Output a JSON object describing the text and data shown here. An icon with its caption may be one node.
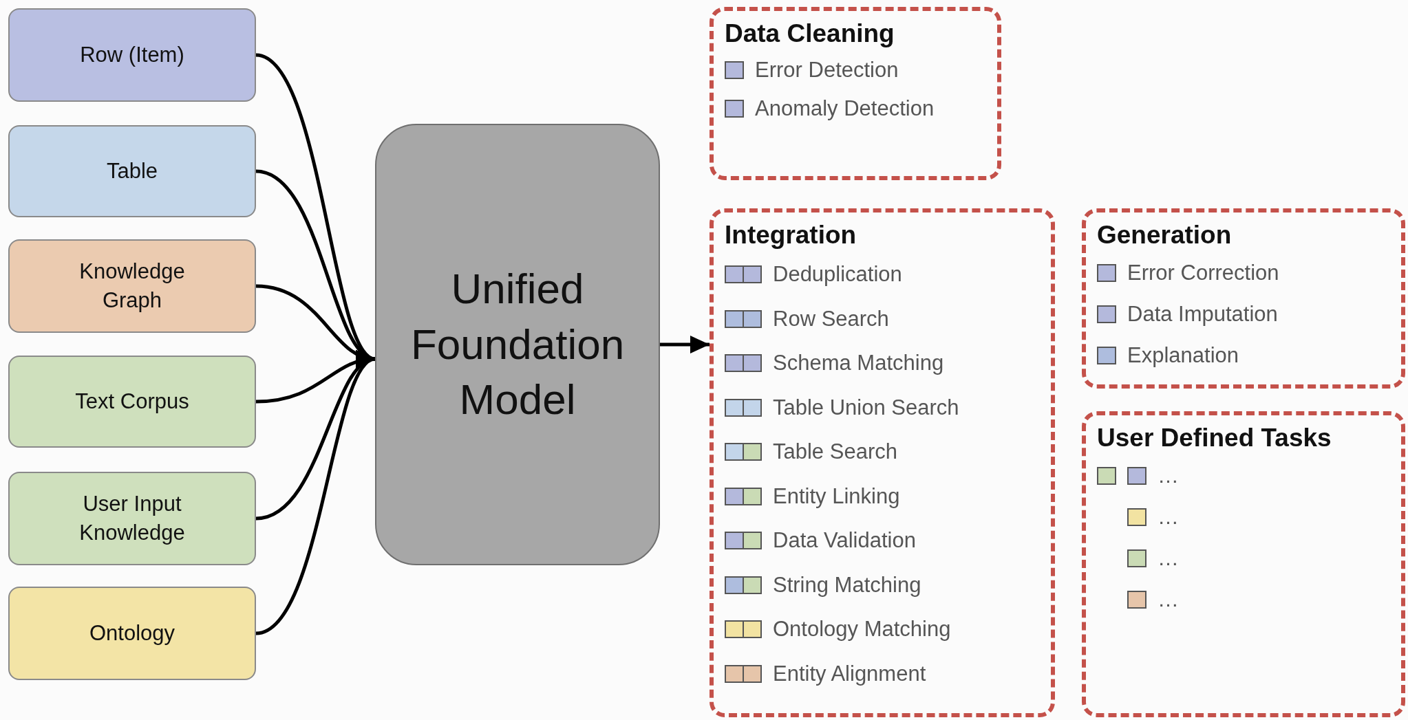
{
  "diagram": {
    "nodes": [
      {
        "text": [
          "Row (Item)"
        ]
      },
      {
        "text": [
          "Table"
        ]
      },
      {
        "text": [
          "Knowledge Graph"
        ]
      },
      {
        "text": [
          "Text Corpus"
        ]
      },
      {
        "text": [
          "User Input Knowledge"
        ]
      },
      {
        "text": [
          "Ontology"
        ]
      },
      {
        "text": [
          "Unified Foundation Model"
        ]
      },
      {
        "text": [
          "Data Cleaning",
          "Error Detection",
          "Anomaly Detection"
        ]
      },
      {
        "text": [
          "Integration",
          "Deduplication",
          "Row Search",
          "Schema Matching",
          "Table Union Search",
          "Table Search",
          "Entity Linking",
          "Data Validation",
          "String Matching",
          "Ontology Matching",
          "Entity Alignment"
        ]
      },
      {
        "text": [
          "Generation",
          "Error Correction",
          "Data Imputation",
          "Explanation"
        ]
      },
      {
        "text": [
          "User Defined Tasks",
          "…",
          "…",
          "…",
          "…"
        ]
      }
    ],
    "edges": [
      {
        "from": 0,
        "to": 6,
        "arrow": "to"
      },
      {
        "from": 1,
        "to": 6,
        "arrow": "to"
      },
      {
        "from": 2,
        "to": 6,
        "arrow": "to"
      },
      {
        "from": 3,
        "to": 6,
        "arrow": "to"
      },
      {
        "from": 4,
        "to": 6,
        "arrow": "to"
      },
      {
        "from": 5,
        "to": 6,
        "arrow": "to"
      },
      {
        "from": 6,
        "to": 8,
        "arrow": "to"
      }
    ]
  }
}
